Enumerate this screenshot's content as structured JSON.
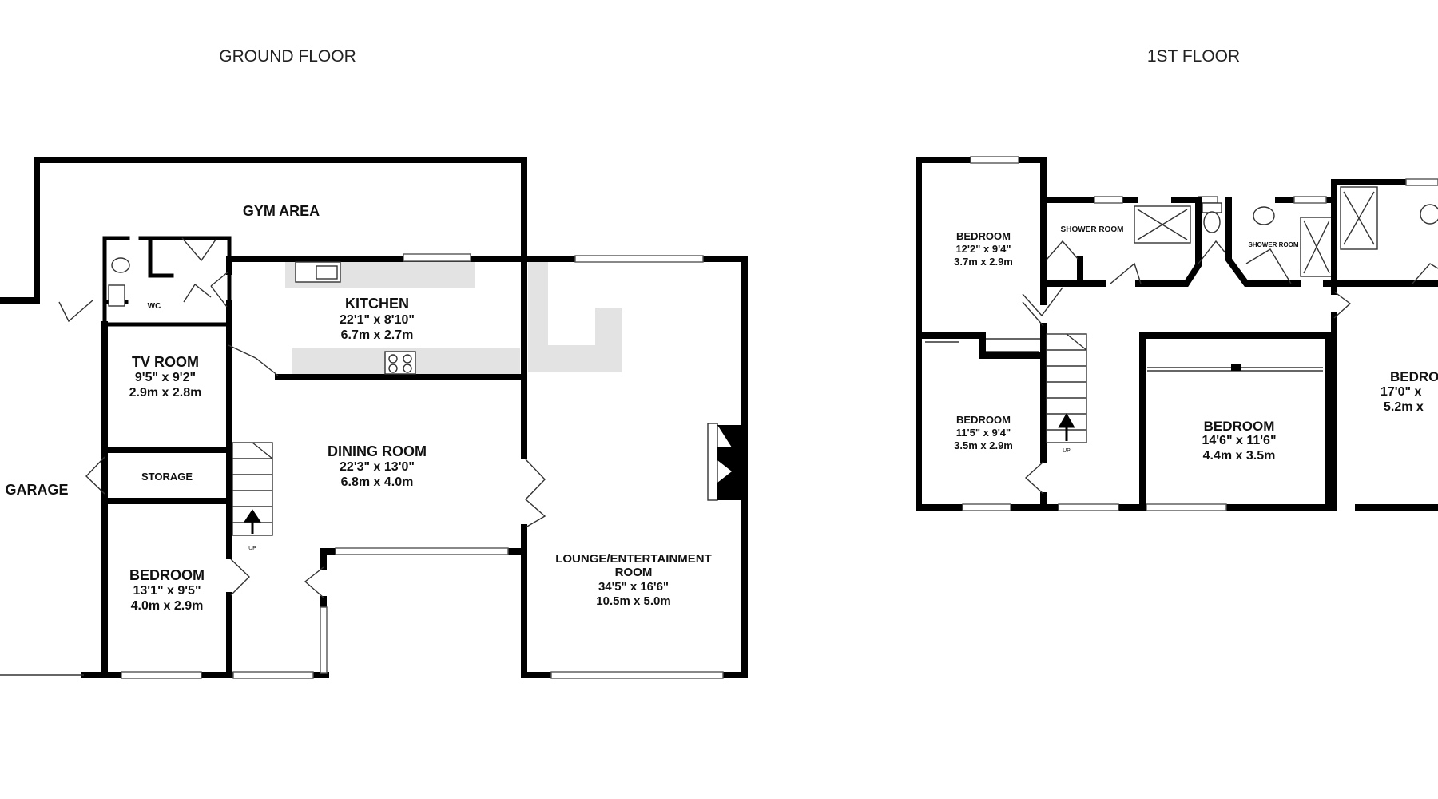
{
  "floors": [
    {
      "title": "GROUND FLOOR",
      "rooms": [
        {
          "name": "GYM AREA",
          "imperial": "",
          "metric": ""
        },
        {
          "name": "WC",
          "imperial": "",
          "metric": ""
        },
        {
          "name": "KITCHEN",
          "imperial": "22'1\"  x 8'10\"",
          "metric": "6.7m  x 2.7m"
        },
        {
          "name": "TV ROOM",
          "imperial": "9'5\"  x 9'2\"",
          "metric": "2.9m  x 2.8m"
        },
        {
          "name": "DINING ROOM",
          "imperial": "22'3\"  x 13'0\"",
          "metric": "6.8m  x 4.0m"
        },
        {
          "name": "STORAGE",
          "imperial": "",
          "metric": ""
        },
        {
          "name": "GARAGE",
          "imperial": "",
          "metric": ""
        },
        {
          "name": "BEDROOM",
          "imperial": "13'1\"  x 9'5\"",
          "metric": "4.0m  x 2.9m"
        },
        {
          "name": "LOUNGE/ENTERTAINMENT",
          "name2": "ROOM",
          "imperial": "34'5\"  x 16'6\"",
          "metric": "10.5m  x 5.0m"
        }
      ],
      "stair_label": "UP"
    },
    {
      "title": "1ST FLOOR",
      "rooms": [
        {
          "name": "BEDROOM",
          "imperial": "12'2\"  x 9'4\"",
          "metric": "3.7m  x 2.9m"
        },
        {
          "name": "SHOWER ROOM",
          "imperial": "",
          "metric": ""
        },
        {
          "name": "SHOWER ROOM",
          "imperial": "",
          "metric": ""
        },
        {
          "name": "BEDROOM",
          "imperial": "11'5\"  x 9'4\"",
          "metric": "3.5m  x 2.9m"
        },
        {
          "name": "BEDROOM",
          "imperial": "14'6\"  x 11'6\"",
          "metric": "4.4m  x 3.5m"
        },
        {
          "name": "BEDROOM",
          "imperial": "17'0\"  x",
          "metric": "5.2m  x"
        }
      ],
      "stair_label": "UP"
    }
  ]
}
